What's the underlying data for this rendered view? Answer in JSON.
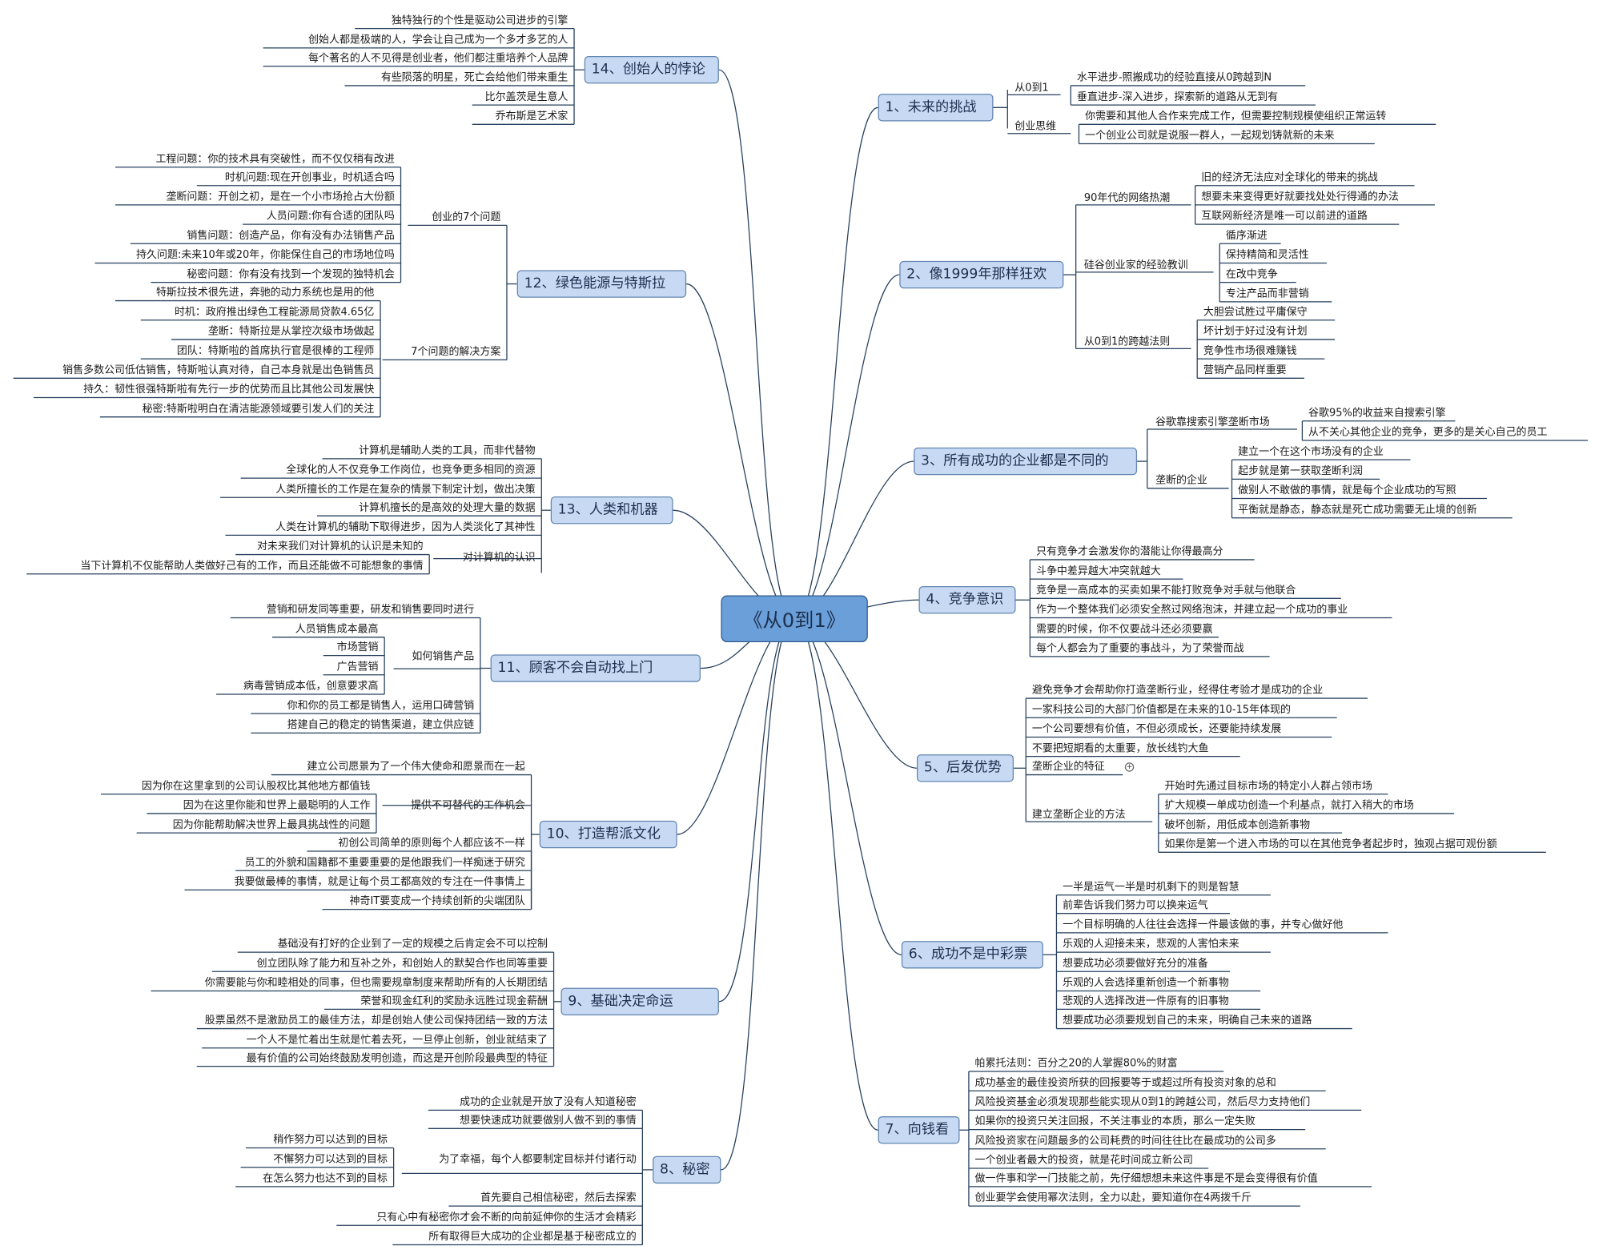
{
  "central_topic": "《从0到1》",
  "branches": [
    {
      "label": "1、未来的挑战",
      "nodes": [
        {
          "label": "从0到1",
          "children": [
            "水平进步-照搬成功的经验直接从0跨越到N",
            "垂直进步-深入进步，探索新的道路从无到有"
          ]
        },
        {
          "label": "创业思维",
          "children": [
            "你需要和其他人合作来完成工作，但需要控制规模使组织正常运转",
            "一个创业公司就是说服一群人，一起规划铸就新的未来"
          ]
        }
      ]
    },
    {
      "label": "2、像1999年那样狂欢",
      "nodes": [
        {
          "label": "90年代的网络热潮",
          "children": [
            "旧的经济无法应对全球化的带来的挑战",
            "想要未来变得更好就要找处处行得通的办法",
            "互联网新经济是唯一可以前进的道路"
          ]
        },
        {
          "label": "硅谷创业家的经验教训",
          "children": [
            "循序渐进",
            "保持精简和灵活性",
            "在改中竞争",
            "专注产品而非营销"
          ]
        },
        {
          "label": "从0到1的跨越法则",
          "children": [
            "大胆尝试胜过平庸保守",
            "坏计划于好过没有计划",
            "竞争性市场很难赚钱",
            "营销产品同样重要"
          ]
        }
      ]
    },
    {
      "label": "3、所有成功的企业都是不同的",
      "nodes": [
        {
          "label": "谷歌靠搜索引擎垄断市场",
          "children": [
            "谷歌95%的收益来自搜索引擎",
            "从不关心其他企业的竞争，更多的是关心自己的员工"
          ]
        },
        {
          "label": "垄断的企业",
          "children": [
            "建立一个在这个市场没有的企业",
            "起步就是第一获取垄断利润",
            "做别人不敢做的事情，就是每个企业成功的写照",
            "平衡就是静态，静态就是死亡成功需要无止境的创新"
          ]
        }
      ]
    },
    {
      "label": "4、竞争意识",
      "children": [
        "只有竞争才会激发你的潜能让你得最高分",
        "斗争中差异越大冲突就越大",
        "竞争是一高成本的买卖如果不能打败竞争对手就与他联合",
        "作为一个整体我们必须安全熬过网络泡沫，并建立起一个成功的事业",
        "需要的时候，你不仅要战斗还必须要赢",
        "每个人都会为了重要的事战斗，为了荣誉而战"
      ]
    },
    {
      "label": "5、后发优势",
      "children": [
        "避免竞争才会帮助你打造垄断行业，经得住考验才是成功的企业",
        "一家科技公司的大部门价值都是在未来的10-15年体现的",
        "一个公司要想有价值，不但必须成长，还要能持续发展",
        "不要把短期看的太重要，放长线钓大鱼",
        "垄断企业的特征"
      ],
      "nodes": [
        {
          "label": "建立垄断企业的方法",
          "children": [
            "开始时先通过目标市场的特定小人群占领市场",
            "扩大规模一单成功创造一个利基点，就打入稍大的市场",
            "破坏创新，用低成本创造新事物",
            "如果你是第一个进入市场的可以在其他竞争者起步时，独观占据可观份额"
          ]
        }
      ]
    },
    {
      "label": "6、成功不是中彩票",
      "children": [
        "一半是运气一半是时机剩下的则是智慧",
        "前辈告诉我们努力可以换来运气",
        "一个目标明确的人往往会选择一件最该做的事，并专心做好他",
        "乐观的人迎接未来，悲观的人害怕未来",
        "想要成功必须要做好充分的准备",
        "乐观的人会选择重新创造一个新事物",
        "悲观的人选择改进一件原有的旧事物",
        "想要成功必须要规划自己的未来，明确自己未来的道路"
      ]
    },
    {
      "label": "7、向钱看",
      "children": [
        "帕累托法则：百分之20的人掌握80%的财富",
        "成功基金的最佳投资所获的回报要等于或超过所有投资对象的总和",
        "风险投资基金必须发现那些能实现从0到1的跨越公司，然后尽力支持他们",
        "如果你的投资只关注回报，不关注事业的本质，那么一定失败",
        "风险投资家在问题最多的公司耗费的时间往往比在最成功的公司多",
        "一个创业者最大的投资，就是花时间成立新公司",
        "做一件事和学一门技能之前，先仔细想想未来这件事是不是会变得很有价值",
        "创业要学会使用幂次法则，全力以赴，要知道你在4两拨千斤"
      ]
    },
    {
      "label": "8、秘密",
      "children": [
        "成功的企业就是开放了没有人知道秘密",
        "想要快速成功就要做别人做不到的事情",
        "首先要自己相信秘密，然后去探索",
        "只有心中有秘密你才会不断的向前延伸你的生活才会精彩",
        "所有取得巨大成功的企业都是基于秘密成立的"
      ],
      "nodes": [
        {
          "label": "为了幸福，每个人都要制定目标并付诸行动",
          "children": [
            "稍作努力可以达到的目标",
            "不懈努力可以达到的目标",
            "在怎么努力也达不到的目标"
          ]
        }
      ]
    },
    {
      "label": "9、基础决定命运",
      "children": [
        "基础没有打好的企业到了一定的规模之后肯定会不可以控制",
        "创立团队除了能力和互补之外，和创始人的默契合作也同等重要",
        "你需要能与你和睦相处的同事，但也需要规章制度来帮助所有的人长期团结",
        "荣誉和现金红利的奖励永远胜过现金薪酬",
        "股票虽然不是激励员工的最佳方法，却是创始人使公司保持团结一致的方法",
        "一个人不是忙着出生就是忙着去死，一旦停止创新，创业就结束了",
        "最有价值的公司始终鼓励发明创造，而这是开创阶段最典型的特征"
      ]
    },
    {
      "label": "10、打造帮派文化",
      "children": [
        "建立公司愿景为了一个伟大使命和愿景而在一起",
        "初创公司简单的原则每个人都应该不一样",
        "员工的外貌和国籍都不重要重要的是他跟我们一样痴迷于研究",
        "我要做最棒的事情，就是让每个员工都高效的专注在一件事情上",
        "神奇IT要变成一个持续创新的尖端团队"
      ],
      "nodes": [
        {
          "label": "提供不可替代的工作机会",
          "children": [
            "因为你在这里拿到的公司认股权比其他地方都值钱",
            "因为在这里你能和世界上最聪明的人工作",
            "因为你能帮助解决世界上最具挑战性的问题"
          ]
        }
      ]
    },
    {
      "label": "11、顾客不会自动找上门",
      "children": [
        "营销和研发同等重要，研发和销售要同时进行",
        "你和你的员工都是销售人，运用口碑营销",
        "搭建自己的稳定的销售渠道，建立供应链"
      ],
      "nodes": [
        {
          "label": "如何销售产品",
          "children": [
            "人员销售成本最高",
            "市场营销",
            "广告营销",
            "病毒营销成本低，创意要求高"
          ]
        }
      ]
    },
    {
      "label": "12、绿色能源与特斯拉",
      "nodes": [
        {
          "label": "创业的7个问题",
          "children": [
            "工程问题：你的技术具有突破性，而不仅仅稍有改进",
            "时机问题:现在开创事业，时机适合吗",
            "垄断问题：开创之初，是在一个小市场抢占大份额",
            "人员问题:你有合适的团队吗",
            "销售问题：创造产品，你有没有办法销售产品",
            "持久问题:未来10年或20年，你能保住自己的市场地位吗",
            "秘密问题：你有没有找到一个发现的独特机会"
          ]
        },
        {
          "label": "7个问题的解决方案",
          "children": [
            "特斯拉技术很先进，奔驰的动力系统也是用的他",
            "时机：政府推出绿色工程能源局贷款4.65亿",
            "垄断：特斯拉是从掌控次级市场做起",
            "团队：特斯啦的首席执行官是很棒的工程师",
            "销售多数公司低估销售，特斯啦认真对待，自己本身就是出色销售员",
            "持久：韧性很强特斯啦有先行一步的优势而且比其他公司发展快",
            "秘密:特斯啦明白在清洁能源领域要引发人们的关注"
          ]
        }
      ]
    },
    {
      "label": "13、人类和机器",
      "children": [
        "计算机是辅助人类的工具，而非代替物",
        "全球化的人不仅竞争工作岗位，也竞争更多相同的资源",
        "人类所擅长的工作是在复杂的情景下制定计划，做出决策",
        "计算机擅长的是高效的处理大量的数据",
        "人类在计算机的辅助下取得进步，因为人类淡化了其神性"
      ],
      "nodes": [
        {
          "label": "对计算机的认识",
          "children": [
            "对未来我们对计算机的认识是未知的",
            "当下计算机不仅能帮助人类做好己有的工作，而且还能做不可能想象的事情"
          ]
        }
      ]
    },
    {
      "label": "14、创始人的悖论",
      "children": [
        "独特独行的个性是驱动公司进步的引擎",
        "创始人都是极端的人，学会让自己成为一个多才多艺的人",
        "每个著名的人不见得是创业者，他们都注重培养个人品牌",
        "有些陨落的明星，死亡会给他们带来重生",
        "比尔盖茨是生意人",
        "乔布斯是艺术家"
      ]
    }
  ]
}
